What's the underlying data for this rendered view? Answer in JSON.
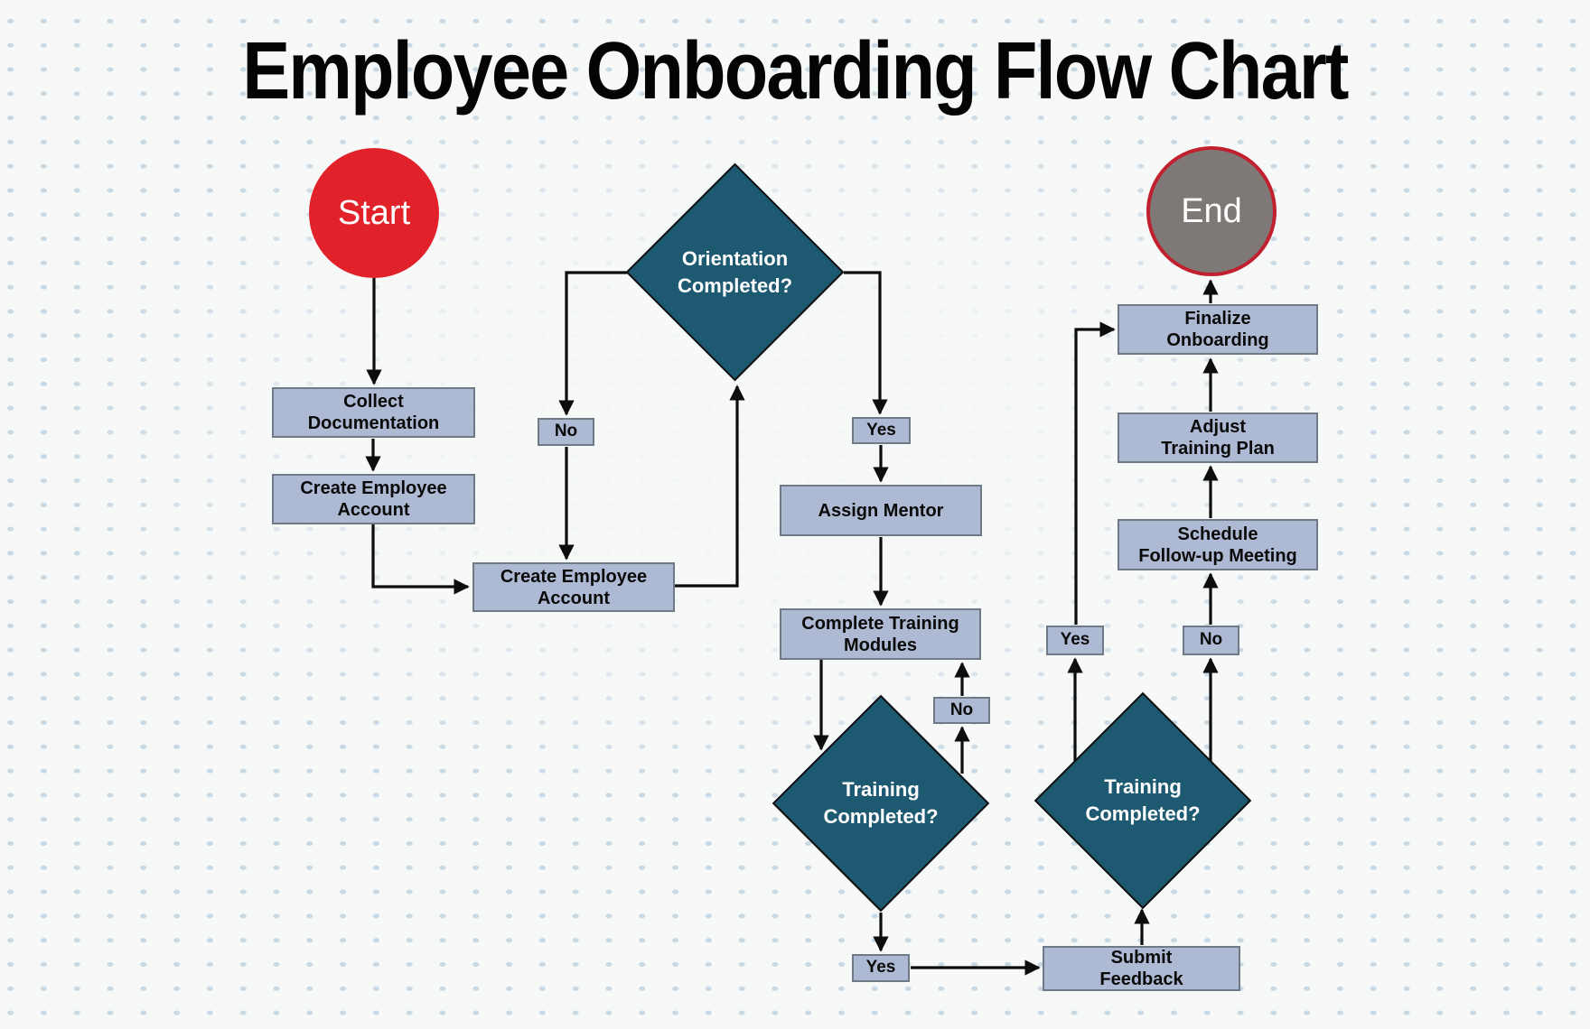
{
  "title": "Employee Onboarding Flow Chart",
  "colors": {
    "background": "#F7F8F8",
    "dot_grid": "#C9D9E4",
    "process_fill": "#AEBAD3",
    "process_border": "#6E7A86",
    "decision_fill": "#1D5A72",
    "start_fill": "#E2222B",
    "end_fill": "#7E7977",
    "end_border": "#C1202E",
    "connector": "#0D0D0D",
    "process_text": "#0A0A0A",
    "decision_text": "#FFFFFF"
  },
  "nodes": {
    "start": {
      "label": "Start"
    },
    "end": {
      "label": "End"
    },
    "orientation_completed": {
      "label": [
        "Orientation",
        "Completed?"
      ]
    },
    "collect_documentation": {
      "label": [
        "Collect",
        "Documentation"
      ]
    },
    "create_employee_account_1": {
      "label": [
        "Create Employee",
        "Account"
      ]
    },
    "no_orientation": {
      "label": "No"
    },
    "yes_orientation": {
      "label": "Yes"
    },
    "create_employee_account_2": {
      "label": [
        "Create Employee",
        "Account"
      ]
    },
    "assign_mentor": {
      "label": "Assign Mentor"
    },
    "complete_training_modules": {
      "label": [
        "Complete Training",
        "Modules"
      ]
    },
    "training_completed_1": {
      "label": [
        "Training",
        "Completed?"
      ]
    },
    "no_training_1": {
      "label": "No"
    },
    "yes_training_1": {
      "label": "Yes"
    },
    "submit_feedback": {
      "label": [
        "Submit",
        "Feedback"
      ]
    },
    "training_completed_2": {
      "label": [
        "Training",
        "Completed?"
      ]
    },
    "yes_training_2": {
      "label": "Yes"
    },
    "no_training_2": {
      "label": "No"
    },
    "schedule_follow_up_meeting": {
      "label": [
        "Schedule",
        "Follow-up Meeting"
      ]
    },
    "adjust_training_plan": {
      "label": [
        "Adjust",
        "Training Plan"
      ]
    },
    "finalize_onboarding": {
      "label": [
        "Finalize",
        "Onboarding"
      ]
    }
  }
}
